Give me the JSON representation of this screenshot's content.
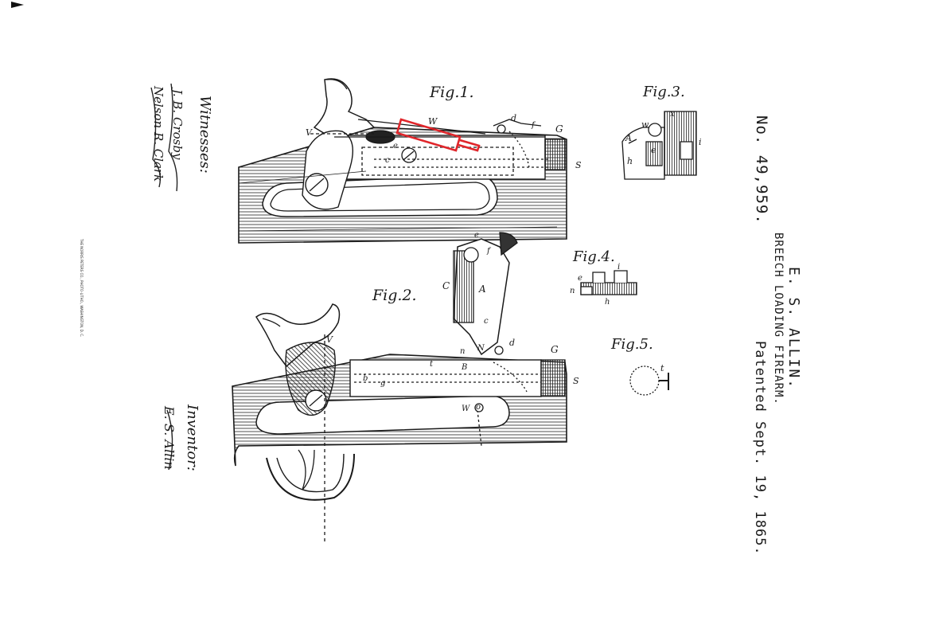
{
  "patent": {
    "number": "No. 49,959.",
    "inventor_name": "E. S. ALLIN.",
    "title": "BREECH LOADING FIREARM.",
    "date": "Patented Sept. 19, 1865."
  },
  "figures": {
    "fig1": "Fig.1.",
    "fig2": "Fig.2.",
    "fig3": "Fig.3.",
    "fig4": "Fig.4.",
    "fig5": "Fig.5."
  },
  "witnesses_label": "Witnesses:",
  "inventor_label": "Inventor:",
  "witness_signatures": [
    "J. B. Crosby",
    "Nelson R. Clark"
  ],
  "inventor_signature": "E. S. Allin",
  "printer_credit": "THE NORRIS PETERS CO., PHOTO-LITHO., WASHINGTON, D. C.",
  "fig1_letters": [
    "W",
    "V",
    "d",
    "G",
    "S",
    "c",
    "e",
    "f"
  ],
  "fig2_letters": [
    "A",
    "C",
    "c",
    "e",
    "f",
    "d",
    "G",
    "S",
    "t",
    "b",
    "g",
    "N",
    "n",
    "o",
    "W",
    "B",
    "V"
  ],
  "fig3_letters": [
    "w",
    "x",
    "A",
    "e",
    "h",
    "i"
  ],
  "fig4_letters": [
    "e",
    "h",
    "n",
    "i"
  ],
  "fig5_letters": [
    "t"
  ],
  "highlight_color": "#e0262b",
  "ink_color": "#1a1a1a"
}
